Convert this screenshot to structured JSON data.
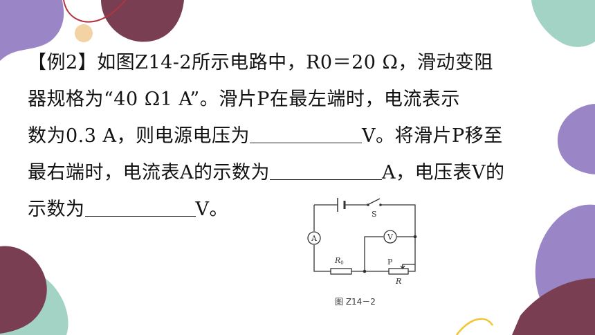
{
  "problem": {
    "label": "【例2】",
    "seg1": "如图Z14-2所示电路中，R0＝20 Ω，滑动变阻",
    "seg2": "器规格为“40 Ω1 A”。滑片P在最左端时，电流表示",
    "seg3a": "数为0.3 A，则电源电压为",
    "seg3b": "V。将滑片P移至",
    "seg4a": "最右端时，电流表A的示数为",
    "seg4b": "A，电压表V的",
    "seg5a": "示数为",
    "seg5b": "V。"
  },
  "figure": {
    "caption": "图 Z14－2",
    "switch_label": "S",
    "ammeter_label": "A",
    "voltmeter_label": "V",
    "r0_label": "R",
    "r0_sub": "0",
    "slider_label": "P",
    "rheostat_label": "R"
  },
  "colors": {
    "purple_blob": "#9a86c6",
    "maroon_blob": "#7a3e52",
    "teal_blob": "#a3d3c4",
    "peach_blob": "#f3d2a3",
    "yellow_stroke": "#f2c531",
    "red_curve": "#b0353f"
  }
}
